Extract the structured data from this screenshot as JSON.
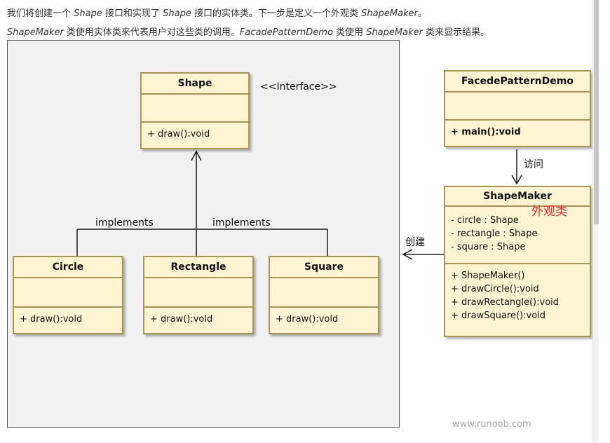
{
  "intro": {
    "line1": {
      "p1": "我们将创建一个 ",
      "p2": "Shape",
      "p3": " 接口和实现了 ",
      "p4": "Shape",
      "p5": " 接口的实体类。下一步是定义一个外观类 ",
      "p6": "ShapeMaker",
      "p7": "。"
    },
    "line2": {
      "p1": "ShapeMaker",
      "p2": " 类使用实体类来代表用户对这些类的调用。",
      "p3": "FacadePatternDemo",
      "p4": " 类使用 ",
      "p5": "ShapeMaker",
      "p6": " 类来显示结果。"
    }
  },
  "diagram": {
    "interface_stereotype": "<<Interface>>",
    "shape": {
      "name": "Shape",
      "method": "+ draw():void"
    },
    "circle": {
      "name": "Circle",
      "method": "+ draw():vold"
    },
    "rectangle": {
      "name": "Rectangle",
      "method": "+ draw():vold"
    },
    "square": {
      "name": "Square",
      "method": "+ draw():vold"
    },
    "demo": {
      "name": "FacedePatternDemo",
      "method": "+ main():void"
    },
    "shape_maker": {
      "name": "ShapeMaker",
      "fields": [
        "- circle : Shape",
        "- rectangle : Shape",
        "- square : Shape"
      ],
      "methods": [
        "+ ShapeMaker()",
        "+ drawCircle():void",
        "+ drawRectangle():void",
        "+ drawSquare():void"
      ]
    },
    "labels": {
      "implements_left": "implements",
      "implements_right": "implements",
      "visit": "访问",
      "create": "创建",
      "facade_note": "外观类"
    }
  },
  "watermark": "www.runoob.com",
  "colors": {
    "box_fill": "#fdf5d2",
    "box_border": "#a79655",
    "frame_fill": "#f1f1f1",
    "note_red": "#f22b2b"
  }
}
